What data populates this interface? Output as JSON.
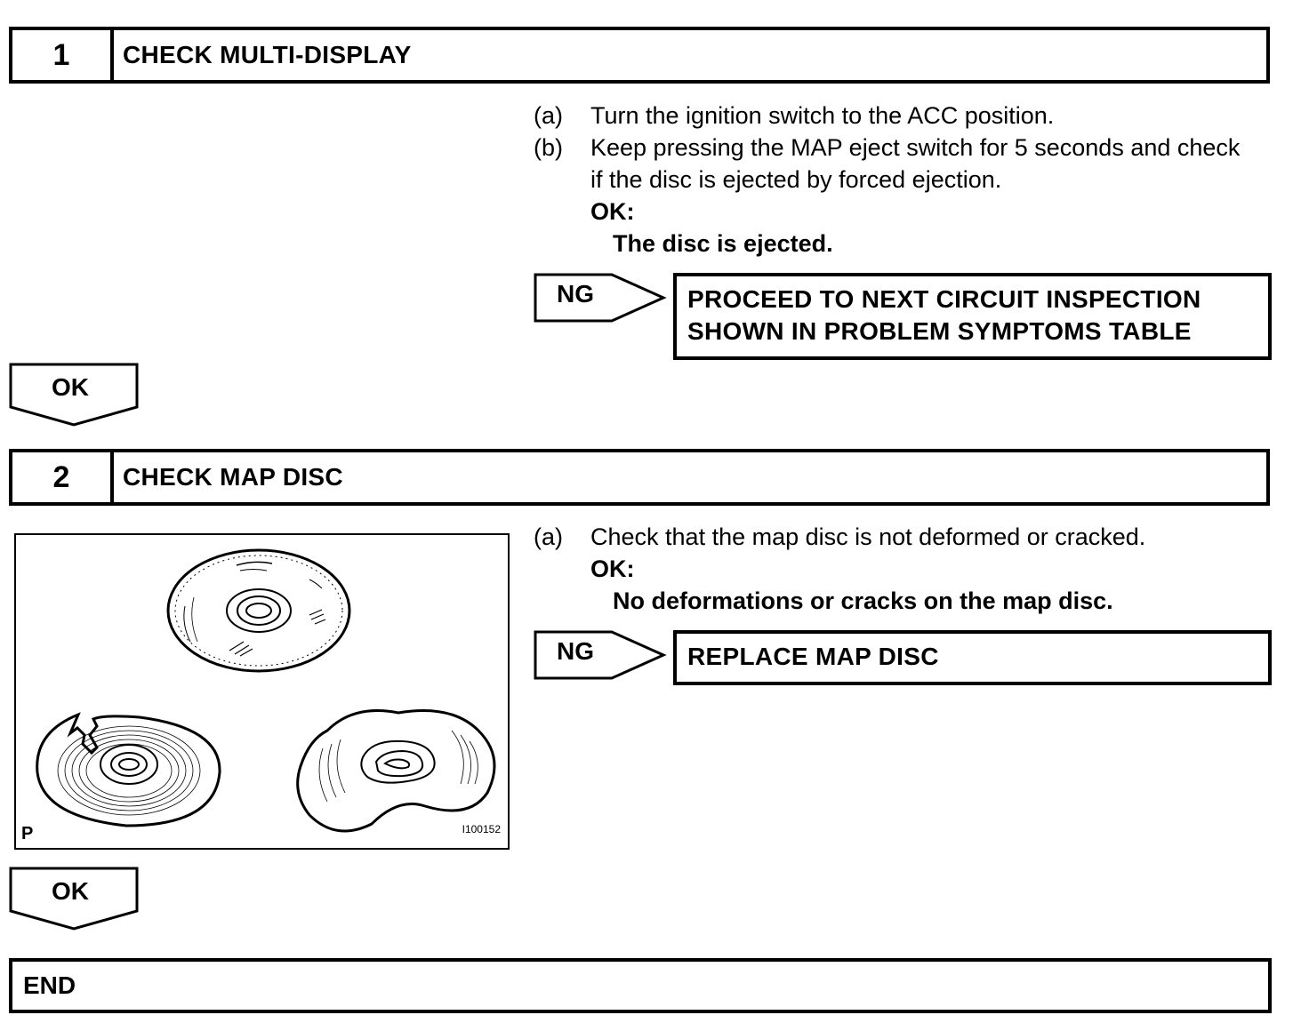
{
  "step1": {
    "number": "1",
    "title": "CHECK MULTI-DISPLAY",
    "instructions": [
      {
        "label": "(a)",
        "text": "Turn the ignition switch to the ACC position."
      },
      {
        "label": "(b)",
        "text": "Keep pressing the MAP eject switch for 5 seconds and check if the disc is ejected by forced ejection."
      }
    ],
    "ok_label": "OK:",
    "ok_result": "The disc is ejected.",
    "ng_label": "NG",
    "ng_result_line1": "PROCEED TO NEXT CIRCUIT INSPECTION",
    "ng_result_line2": "SHOWN IN PROBLEM SYMPTOMS TABLE",
    "ok_arrow_label": "OK"
  },
  "step2": {
    "number": "2",
    "title": "CHECK MAP DISC",
    "instructions": [
      {
        "label": "(a)",
        "text": "Check that the map disc is not deformed or cracked."
      }
    ],
    "ok_label": "OK:",
    "ok_result": "No deformations or cracks on the map disc.",
    "ng_label": "NG",
    "ng_result": "REPLACE MAP DISC",
    "illustration": {
      "corner_label": "P",
      "code": "I100152"
    },
    "ok_arrow_label": "OK"
  },
  "end": {
    "label": "END"
  }
}
